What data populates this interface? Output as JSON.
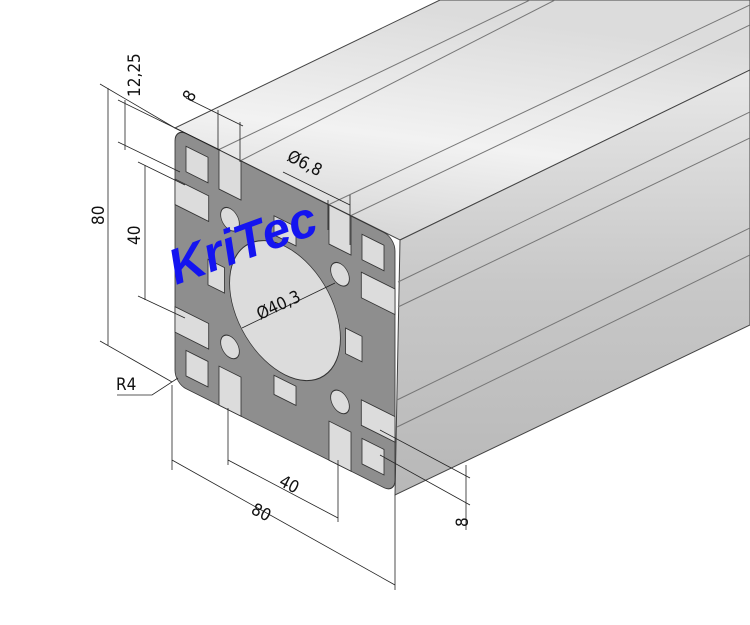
{
  "logo": {
    "text": "KriTec",
    "color": "#1414f0"
  },
  "dimensions": {
    "slot_depth": "12,25",
    "slot_width_top": "8",
    "bore_diameter": "Ø6,8",
    "height_total": "80",
    "height_module": "40",
    "center_bore": "Ø40,3",
    "corner_radius": "R4",
    "width_module": "40",
    "width_total": "80",
    "slot_width_side": "8"
  },
  "colors": {
    "face": "#8e8e8e",
    "top": "#e6e6e6",
    "side": "#d2d2d2",
    "cavity": "#dcdcdc"
  }
}
